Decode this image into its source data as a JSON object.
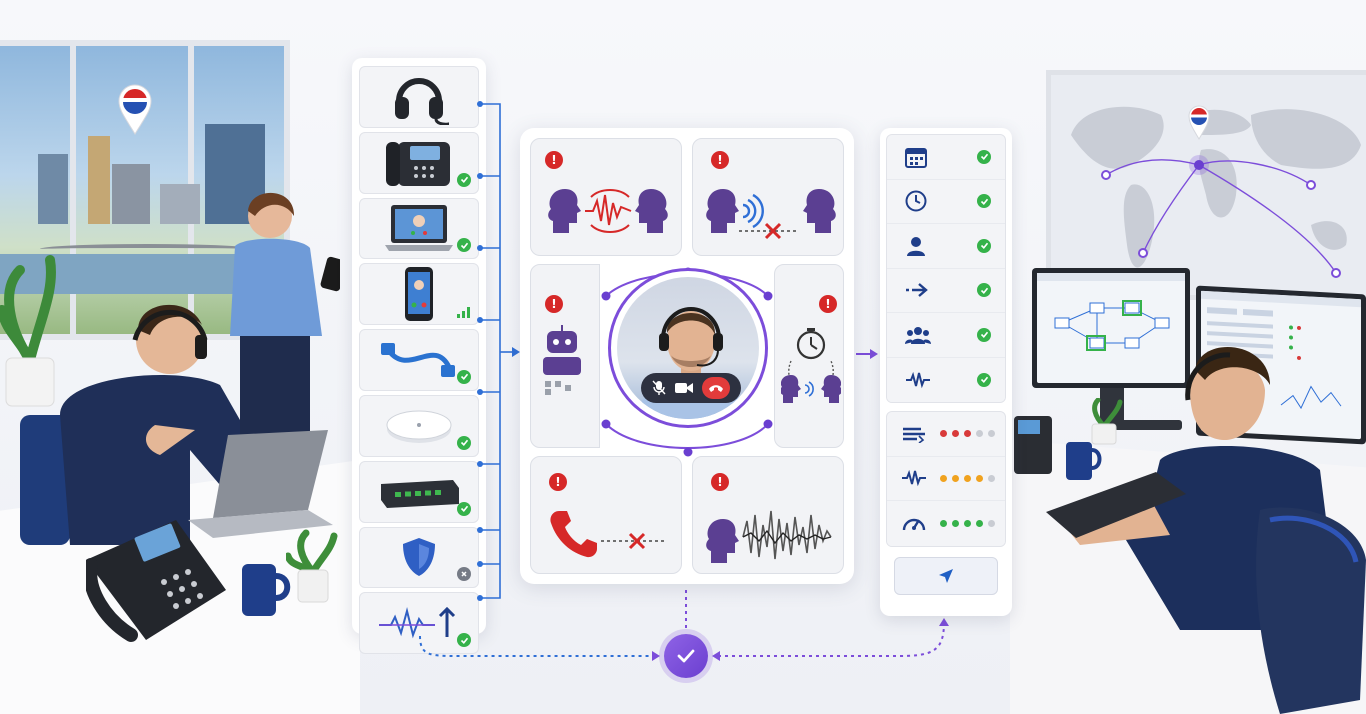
{
  "scene": {
    "left_office": {
      "desc_icons": [
        "headset-agent",
        "desk-phone",
        "laptop",
        "smartphone"
      ]
    },
    "right_office": {
      "desc_icons": [
        "world-map",
        "dual-monitor-dashboard"
      ]
    }
  },
  "devices": [
    {
      "icon": "headset-icon",
      "status": "none"
    },
    {
      "icon": "desk-phone-icon",
      "status": "ok"
    },
    {
      "icon": "laptop-softphone-icon",
      "status": "ok"
    },
    {
      "icon": "smartphone-icon",
      "status": "signal"
    },
    {
      "icon": "ethernet-cable-icon",
      "status": "ok"
    },
    {
      "icon": "wifi-access-point-icon",
      "status": "ok"
    },
    {
      "icon": "network-switch-icon",
      "status": "ok"
    },
    {
      "icon": "shield-icon",
      "status": "error"
    },
    {
      "icon": "waveform-upload-icon",
      "status": "ok"
    }
  ],
  "issues": [
    {
      "icon": "echo-icon",
      "level": "warning"
    },
    {
      "icon": "one-way-audio-icon",
      "level": "warning"
    },
    {
      "icon": "bot-transcription-icon",
      "level": "warning"
    },
    {
      "icon": "latency-timer-icon",
      "level": "warning"
    },
    {
      "icon": "dropped-call-icon",
      "level": "warning"
    },
    {
      "icon": "noise-distortion-icon",
      "level": "warning"
    }
  ],
  "checks": [
    {
      "icon": "calendar-icon",
      "status": "ok"
    },
    {
      "icon": "clock-icon",
      "status": "ok"
    },
    {
      "icon": "user-icon",
      "status": "ok"
    },
    {
      "icon": "routing-arrow-icon",
      "status": "ok"
    },
    {
      "icon": "group-icon",
      "status": "ok"
    },
    {
      "icon": "waveform-icon",
      "status": "ok"
    }
  ],
  "metrics": [
    {
      "icon": "bandwidth-icon",
      "dots": [
        "#d83a3a",
        "#d83a3a",
        "#d83a3a",
        "#c9ccd3",
        "#c9ccd3"
      ]
    },
    {
      "icon": "jitter-icon",
      "dots": [
        "#f0a21f",
        "#f0a21f",
        "#f0a21f",
        "#f0a21f",
        "#c9ccd3"
      ]
    },
    {
      "icon": "speed-gauge-icon",
      "dots": [
        "#35b24a",
        "#35b24a",
        "#35b24a",
        "#35b24a",
        "#c9ccd3"
      ]
    }
  ],
  "colors": {
    "accent": "#7c4dda",
    "ok": "#35b24a",
    "error": "#d83a3a",
    "warn": "#f0a21f",
    "link": "#2f6fd6"
  }
}
